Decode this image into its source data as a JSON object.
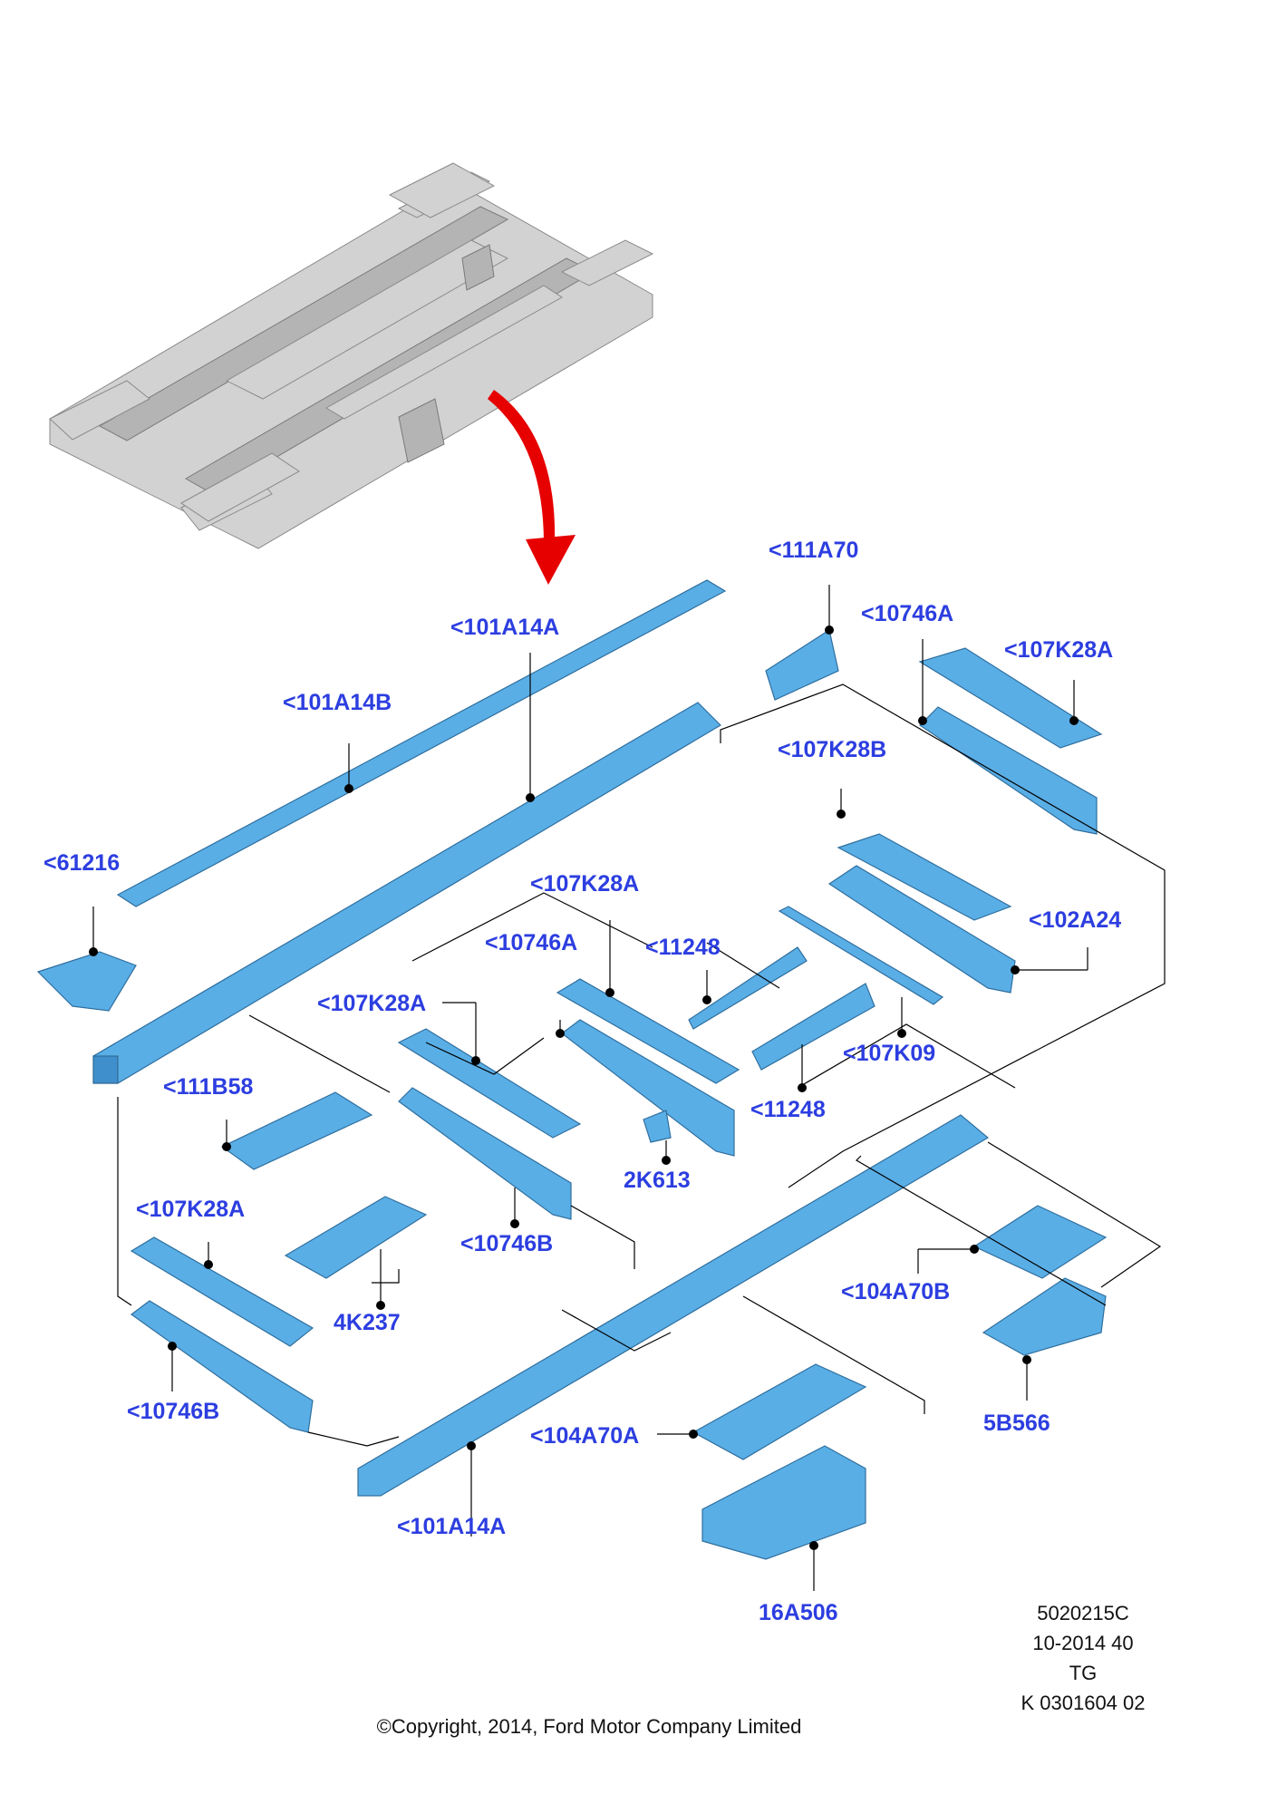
{
  "callouts": [
    {
      "id": "c1",
      "text": "<111A70"
    },
    {
      "id": "c2",
      "text": "<101A14A"
    },
    {
      "id": "c3",
      "text": "<10746A"
    },
    {
      "id": "c4",
      "text": "<107K28A"
    },
    {
      "id": "c5",
      "text": "<101A14B"
    },
    {
      "id": "c6",
      "text": "<107K28B"
    },
    {
      "id": "c7",
      "text": "<61216"
    },
    {
      "id": "c8",
      "text": "<107K28A"
    },
    {
      "id": "c9",
      "text": "<102A24"
    },
    {
      "id": "c10",
      "text": "<10746A"
    },
    {
      "id": "c11",
      "text": "<11248"
    },
    {
      "id": "c12",
      "text": "<107K28A"
    },
    {
      "id": "c13",
      "text": "<111B58"
    },
    {
      "id": "c14",
      "text": "<107K09"
    },
    {
      "id": "c15",
      "text": "<11248"
    },
    {
      "id": "c16",
      "text": "2K613"
    },
    {
      "id": "c17",
      "text": "<107K28A"
    },
    {
      "id": "c18",
      "text": "<10746B"
    },
    {
      "id": "c19",
      "text": "4K237"
    },
    {
      "id": "c20",
      "text": "<104A70B"
    },
    {
      "id": "c21",
      "text": "<10746B"
    },
    {
      "id": "c22",
      "text": "5B566"
    },
    {
      "id": "c23",
      "text": "<104A70A"
    },
    {
      "id": "c24",
      "text": "<101A14A"
    },
    {
      "id": "c25",
      "text": "16A506"
    }
  ],
  "reference": {
    "line1": "5020215C",
    "line2": "10-2014 40",
    "line3": "TG",
    "line4": "K 0301604 02"
  },
  "copyright": "©Copyright, 2014, Ford Motor Company Limited",
  "colors": {
    "part_fill": "#5aaee6",
    "callout_text": "#2c3ee0",
    "arrow": "#e60000",
    "ghost": "#d2d2d2"
  }
}
